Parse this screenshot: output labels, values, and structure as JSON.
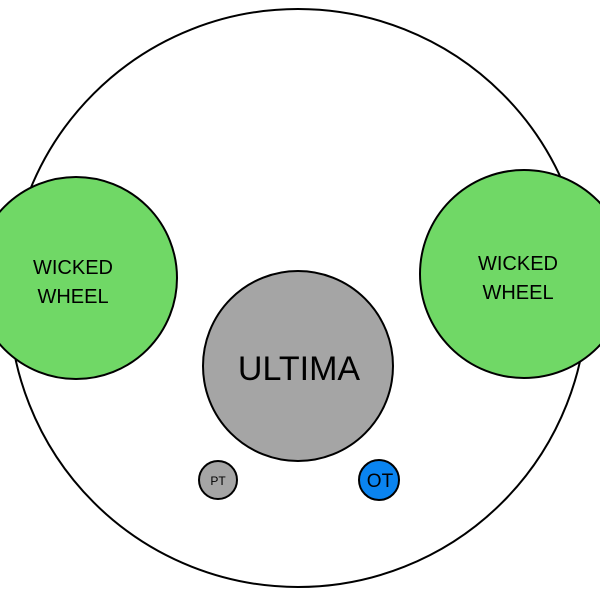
{
  "diagram": {
    "colors": {
      "background": "#ffffff",
      "outline": "#000000",
      "wheel_fill": "#70d866",
      "ultima_fill": "#a5a5a5",
      "pt_fill": "#a5a5a5",
      "ot_fill": "#0a84f0"
    },
    "left_wheel": {
      "line1": "WICKED",
      "line2": "WHEEL"
    },
    "right_wheel": {
      "line1": "WICKED",
      "line2": "WHEEL"
    },
    "center": {
      "label": "ULTIMA"
    },
    "pt": {
      "label": "PT"
    },
    "ot": {
      "label": "OT"
    }
  }
}
